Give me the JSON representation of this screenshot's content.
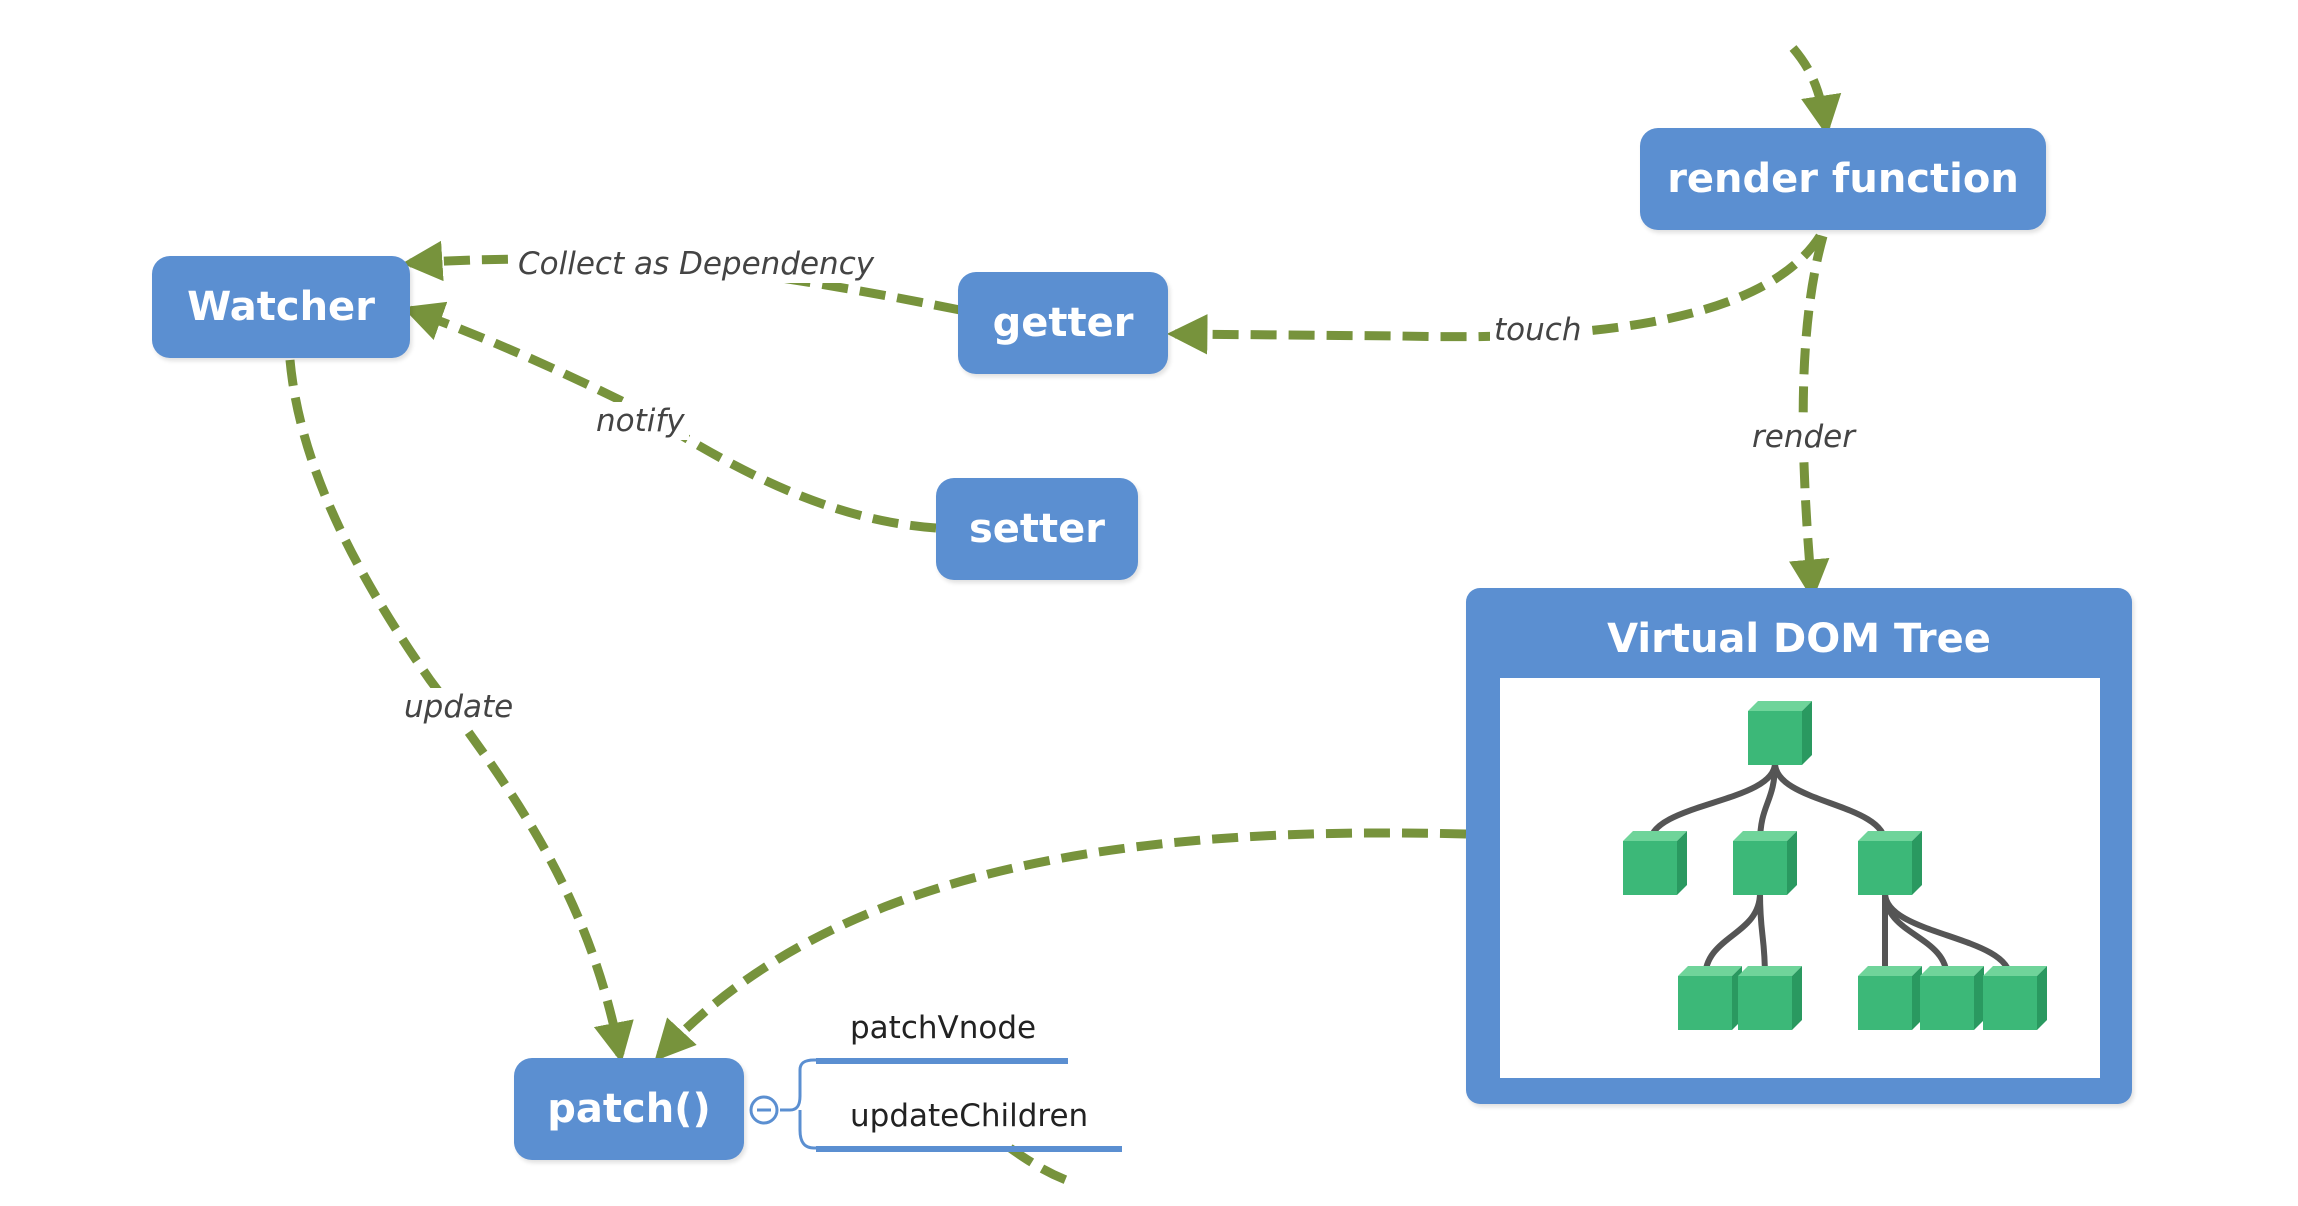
{
  "nodes": {
    "watcher": "Watcher",
    "getter": "getter",
    "setter": "setter",
    "render_function": "render function",
    "patch": "patch()",
    "virtual_dom_tree": "Virtual DOM Tree"
  },
  "edge_labels": {
    "collect": "Collect as Dependency",
    "touch": "touch",
    "notify": "notify",
    "render": "render",
    "update": "update"
  },
  "patch_children": [
    "patchVnode",
    "updateChildren"
  ],
  "colors": {
    "node_fill": "#5b8fd1",
    "edge": "#77933c",
    "tree_node": "#3cb878"
  },
  "icons": {
    "collapse": "minus-circle-icon",
    "tree": "tree-diagram-icon"
  }
}
